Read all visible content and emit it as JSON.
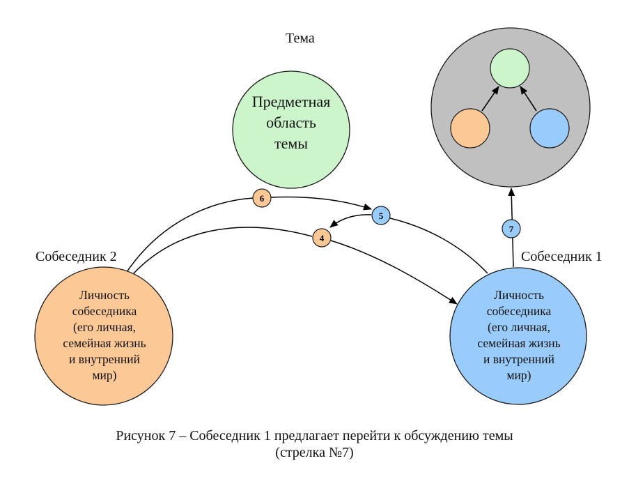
{
  "colors": {
    "topic_fill": "#ccf5cc",
    "person2_fill": "#fcc896",
    "person1_fill": "#99ccfa",
    "merged_fill": "#c0c0c0",
    "stroke": "#1a1a1a"
  },
  "topic": {
    "title": "Тема",
    "text_lines": [
      "Предметная",
      "область",
      "темы"
    ]
  },
  "person2": {
    "label": "Собеседник 2",
    "text_lines": [
      "Личность",
      "собеседника",
      "(его личная,",
      "семейная жизнь",
      "и внутренний",
      "мир)"
    ]
  },
  "person1": {
    "label": "Собеседник 1",
    "text_lines": [
      "Личность",
      "собеседника",
      "(его личная,",
      "семейная жизнь",
      "и внутренний",
      "мир)"
    ]
  },
  "merged_icon": {
    "nodes": [
      "topic",
      "person2",
      "person1"
    ],
    "description": "person2 → topic, person1 → topic"
  },
  "arrows": [
    {
      "number": "4",
      "from": "person2",
      "to": "person1",
      "badge_color": "orange"
    },
    {
      "number": "5",
      "from": "person1",
      "to": "person2",
      "badge_color": "blue"
    },
    {
      "number": "6",
      "from": "person2",
      "to": "person1",
      "badge_color": "orange"
    },
    {
      "number": "7",
      "from": "person1",
      "to": "merged",
      "badge_color": "blue"
    }
  ],
  "caption": {
    "line1": "Рисунок 7 – Собеседник 1 предлагает перейти к обсуждению темы",
    "line2": "(стрелка №7)"
  }
}
